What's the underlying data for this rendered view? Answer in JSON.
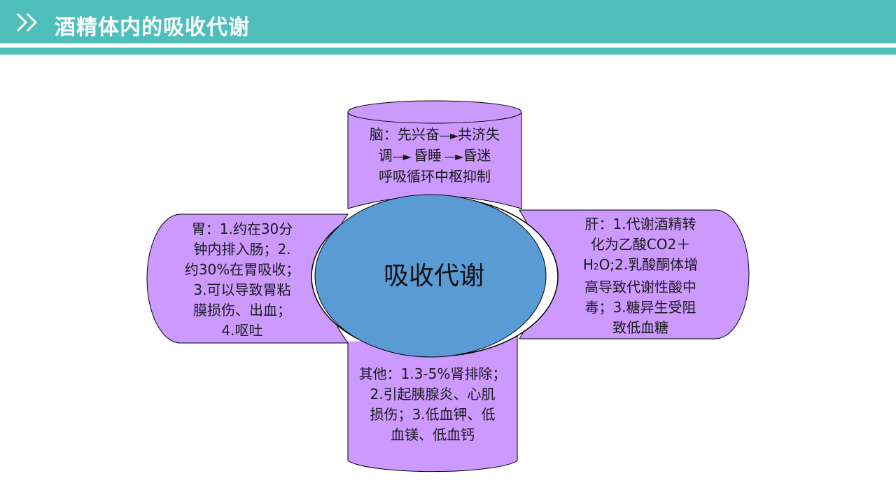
{
  "slide": {
    "title": "酒精体内的吸收代谢",
    "header_icon": "double-chevron-right-icon"
  },
  "diagram": {
    "center": "吸收代谢",
    "top": {
      "label": "脑",
      "line1": "脑：先兴奋",
      "line1_tail": "共济失",
      "line2_a": "调",
      "line2_b": "昏睡",
      "line2_c": "昏迷",
      "line3": "呼吸循环中枢抑制"
    },
    "left": {
      "label": "胃",
      "lines": [
        "胃：1.约在30分",
        "钟内排入肠；2.",
        "约30%在胃吸收；",
        "3.可以导致胃粘",
        "膜损伤、出血；",
        "4.呕吐"
      ]
    },
    "right": {
      "label": "肝",
      "line1": "肝：1.代谢酒精转",
      "line2": "化为乙酸CO2＋",
      "line3_h": "H",
      "line3_sub": "2",
      "line3_rest": "O;2.乳酸酮体增",
      "line4": "高导致代谢性酸中",
      "line5": "毒；3.糖异生受阻",
      "line6": "致低血糖"
    },
    "bottom": {
      "label": "其他",
      "lines": [
        "其他：1.3-5%肾排除；",
        "2.引起胰腺炎、心肌",
        "损伤；3.低血钾、低",
        "血镁、低血钙"
      ]
    },
    "colors": {
      "header": "#4fbfbb",
      "cylinder_fill": "#cc99ff",
      "ellipse_fill": "#5b9bd5",
      "stroke": "#000000"
    }
  }
}
